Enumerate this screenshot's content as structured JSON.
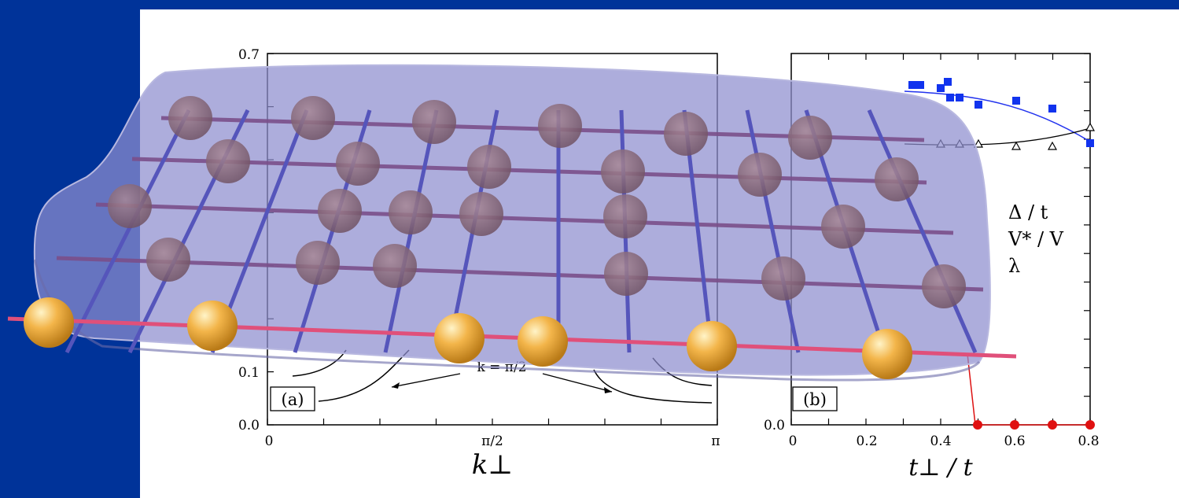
{
  "slide": {
    "background_color": "#ffffff",
    "band_color": "#003399"
  },
  "panel_a": {
    "tag": "(a)",
    "xlabel": "k⊥",
    "y_ticks": [
      "0.0",
      "0.1",
      "0.7"
    ],
    "x_ticks": [
      "0",
      "π/2",
      "π"
    ],
    "curve_annotation": "k = π/2"
  },
  "panel_b": {
    "tag": "(b)",
    "xlabel": "t⊥ / t",
    "y_ticks": [
      "0.0"
    ],
    "x_ticks": [
      "0",
      "0.2",
      "0.4",
      "0.6",
      "0.8"
    ],
    "legend": [
      "Δ / t",
      "V* / V",
      "λ"
    ]
  },
  "lattice": {
    "slab_color": "#9a9ad0",
    "rung_color": "#5555bb",
    "leg_color": "#7a4f8a",
    "ion_color": "#8a6a7a",
    "chain_color": "#e0507a",
    "chain_atom_color": "#f2b64a"
  }
}
